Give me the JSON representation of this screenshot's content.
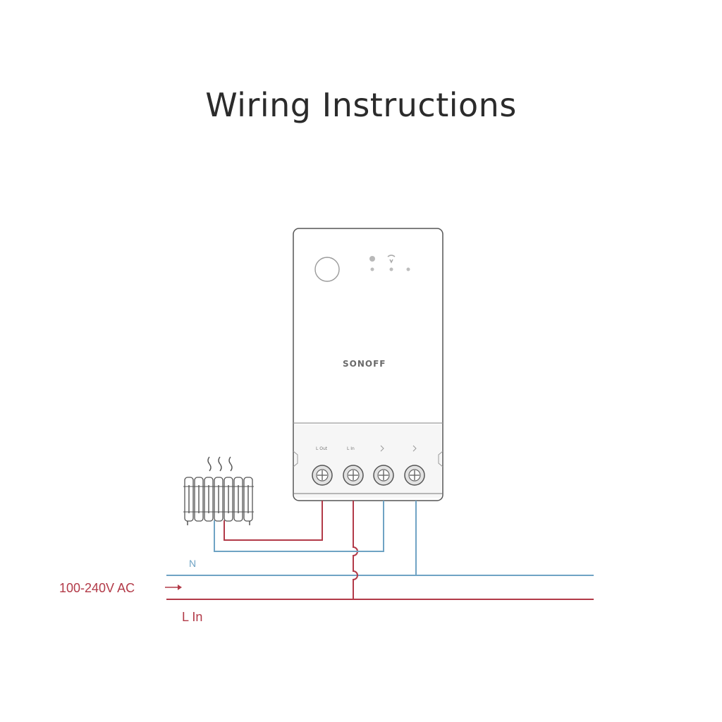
{
  "title": "Wiring Instructions",
  "device": {
    "brand": "SONOFF",
    "terminal_labels": [
      "L Out",
      "L In",
      "",
      ""
    ]
  },
  "labels": {
    "voltage": "100-240V AC",
    "neutral": "N",
    "live_in": "L In"
  },
  "colors": {
    "live": "#b23a48",
    "neutral": "#6fa3c4",
    "outline": "#555555",
    "title": "#2b2b2b"
  },
  "icons": [
    "heater-icon",
    "heat-wave-icon",
    "button-icon",
    "led-icon",
    "terminal-screw-icon",
    "arrow-right-icon"
  ]
}
